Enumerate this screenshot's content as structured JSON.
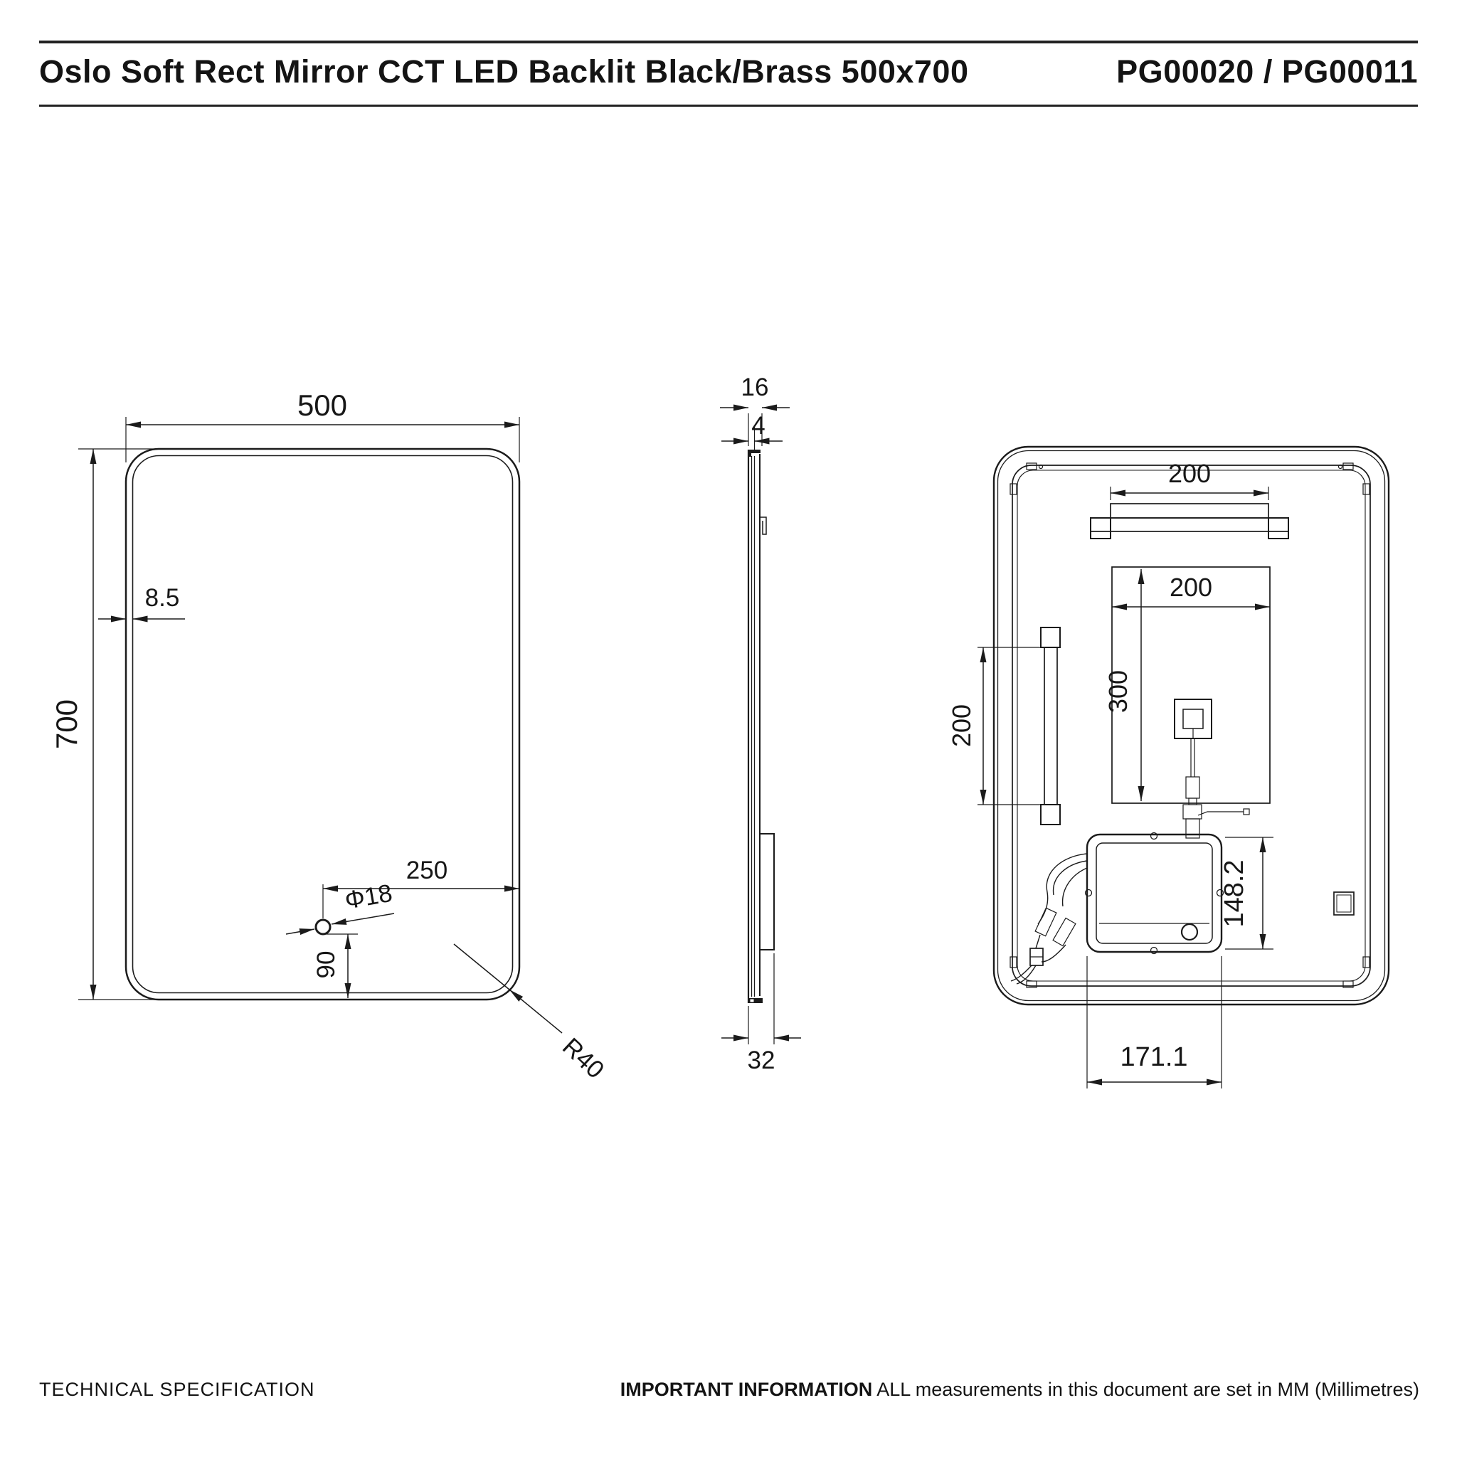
{
  "header": {
    "title": "Oslo Soft Rect Mirror CCT LED Backlit Black/Brass 500x700",
    "code": "PG00020 / PG00011"
  },
  "footer": {
    "left": "TECHNICAL SPECIFICATION",
    "right_bold": "IMPORTANT INFORMATION",
    "right_text": " ALL measurements in this document are set in MM (Millimetres)"
  },
  "front_view": {
    "width": "500",
    "height": "700",
    "frame_offset": "8.5",
    "sensor_from_right": "250",
    "sensor_diameter": "Φ18",
    "sensor_from_bottom": "90",
    "corner_radius": "R40"
  },
  "side_view": {
    "depth": "16",
    "glass_thickness": "4",
    "total_depth": "32"
  },
  "back_view": {
    "top_bracket_width": "200",
    "cutout_width": "200",
    "cutout_height": "300",
    "side_bracket_height": "200",
    "driver_box_height": "148.2",
    "driver_box_width": "171.1"
  },
  "colors": {
    "line": "#1b1b1b",
    "background": "#ffffff"
  }
}
